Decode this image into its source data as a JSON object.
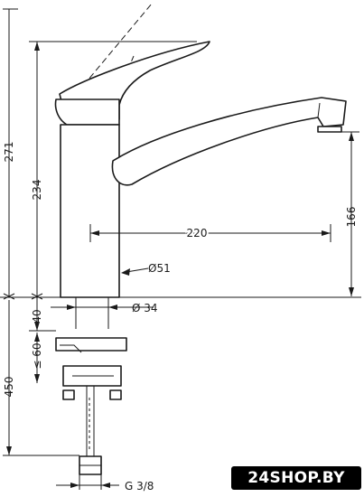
{
  "dimensions": {
    "total_height": "271",
    "spout_body_height": "234",
    "spout_reach": "220",
    "spout_outlet_height": "166",
    "spout_diameter": "Ø51",
    "base_diameter": "Ø 34",
    "base_height": "40",
    "deck_thickness": "≤ 60",
    "hose_length": "450",
    "connection_thread": "G 3/8"
  },
  "brand_watermark": "24SHOP.BY"
}
